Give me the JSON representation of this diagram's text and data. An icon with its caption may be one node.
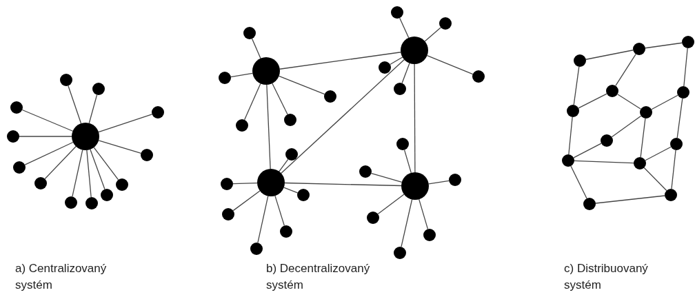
{
  "diagram": {
    "nodes": [
      {
        "text": [],
        "shape": "circle"
      },
      {
        "text": [],
        "shape": "circle"
      },
      {
        "text": [],
        "shape": "circle"
      },
      {
        "text": [],
        "shape": "circle"
      },
      {
        "text": [],
        "shape": "circle"
      },
      {
        "text": [],
        "shape": "circle"
      },
      {
        "text": [],
        "shape": "circle"
      },
      {
        "text": [],
        "shape": "circle"
      },
      {
        "text": [],
        "shape": "circle"
      },
      {
        "text": [],
        "shape": "circle"
      },
      {
        "text": [],
        "shape": "circle"
      },
      {
        "text": [],
        "shape": "circle"
      },
      {
        "text": [],
        "shape": "circle"
      },
      {
        "text": [],
        "shape": "circle"
      },
      {
        "text": [],
        "shape": "circle"
      },
      {
        "text": [],
        "shape": "circle"
      },
      {
        "text": [],
        "shape": "circle"
      },
      {
        "text": [],
        "shape": "circle"
      },
      {
        "text": [],
        "shape": "circle"
      },
      {
        "text": [],
        "shape": "circle"
      },
      {
        "text": [],
        "shape": "circle"
      },
      {
        "text": [],
        "shape": "circle"
      },
      {
        "text": [],
        "shape": "circle"
      },
      {
        "text": [],
        "shape": "circle"
      },
      {
        "text": [],
        "shape": "circle"
      },
      {
        "text": [],
        "shape": "circle"
      },
      {
        "text": [],
        "shape": "circle"
      },
      {
        "text": [],
        "shape": "circle"
      },
      {
        "text": [],
        "shape": "circle"
      },
      {
        "text": [],
        "shape": "circle"
      },
      {
        "text": [],
        "shape": "circle"
      },
      {
        "text": [],
        "shape": "circle"
      },
      {
        "text": [],
        "shape": "circle"
      },
      {
        "text": [],
        "shape": "circle"
      },
      {
        "text": [],
        "shape": "circle"
      },
      {
        "text": [],
        "shape": "circle"
      },
      {
        "text": [],
        "shape": "circle"
      },
      {
        "text": [],
        "shape": "circle"
      },
      {
        "text": [],
        "shape": "circle"
      },
      {
        "text": [],
        "shape": "circle"
      },
      {
        "text": [],
        "shape": "circle"
      },
      {
        "text": [],
        "shape": "circle"
      },
      {
        "text": [],
        "shape": "circle"
      },
      {
        "text": [],
        "shape": "circle"
      },
      {
        "text": [],
        "shape": "circle"
      },
      {
        "text": [],
        "shape": "circle"
      },
      {
        "text": [],
        "shape": "circle"
      },
      {
        "text": [],
        "shape": "circle"
      },
      {
        "text": [],
        "shape": "circle"
      },
      {
        "text": [],
        "shape": "circle"
      },
      {
        "text": [],
        "shape": "circle"
      },
      {
        "text": [],
        "shape": "circle"
      }
    ],
    "edges": [
      {
        "from": 0,
        "to": 1,
        "arrow": "none"
      },
      {
        "from": 0,
        "to": 2,
        "arrow": "none"
      },
      {
        "from": 0,
        "to": 3,
        "arrow": "none"
      },
      {
        "from": 0,
        "to": 4,
        "arrow": "none"
      },
      {
        "from": 0,
        "to": 5,
        "arrow": "none"
      },
      {
        "from": 0,
        "to": 6,
        "arrow": "none"
      },
      {
        "from": 0,
        "to": 7,
        "arrow": "none"
      },
      {
        "from": 0,
        "to": 8,
        "arrow": "none"
      },
      {
        "from": 0,
        "to": 9,
        "arrow": "none"
      },
      {
        "from": 0,
        "to": 10,
        "arrow": "none"
      },
      {
        "from": 0,
        "to": 11,
        "arrow": "none"
      },
      {
        "from": 0,
        "to": 12,
        "arrow": "none"
      },
      {
        "from": 13,
        "to": 17,
        "arrow": "none"
      },
      {
        "from": 13,
        "to": 18,
        "arrow": "none"
      },
      {
        "from": 13,
        "to": 19,
        "arrow": "none"
      },
      {
        "from": 13,
        "to": 20,
        "arrow": "none"
      },
      {
        "from": 13,
        "to": 21,
        "arrow": "none"
      },
      {
        "from": 14,
        "to": 22,
        "arrow": "none"
      },
      {
        "from": 14,
        "to": 23,
        "arrow": "none"
      },
      {
        "from": 14,
        "to": 24,
        "arrow": "none"
      },
      {
        "from": 14,
        "to": 25,
        "arrow": "none"
      },
      {
        "from": 14,
        "to": 26,
        "arrow": "none"
      },
      {
        "from": 15,
        "to": 27,
        "arrow": "none"
      },
      {
        "from": 15,
        "to": 28,
        "arrow": "none"
      },
      {
        "from": 15,
        "to": 29,
        "arrow": "none"
      },
      {
        "from": 15,
        "to": 30,
        "arrow": "none"
      },
      {
        "from": 15,
        "to": 31,
        "arrow": "none"
      },
      {
        "from": 15,
        "to": 32,
        "arrow": "none"
      },
      {
        "from": 16,
        "to": 33,
        "arrow": "none"
      },
      {
        "from": 16,
        "to": 34,
        "arrow": "none"
      },
      {
        "from": 16,
        "to": 35,
        "arrow": "none"
      },
      {
        "from": 16,
        "to": 36,
        "arrow": "none"
      },
      {
        "from": 16,
        "to": 37,
        "arrow": "none"
      },
      {
        "from": 16,
        "to": 38,
        "arrow": "none"
      },
      {
        "from": 13,
        "to": 14,
        "arrow": "none"
      },
      {
        "from": 13,
        "to": 15,
        "arrow": "none"
      },
      {
        "from": 14,
        "to": 15,
        "arrow": "none"
      },
      {
        "from": 14,
        "to": 16,
        "arrow": "none"
      },
      {
        "from": 15,
        "to": 16,
        "arrow": "none"
      },
      {
        "from": 39,
        "to": 40,
        "arrow": "none"
      },
      {
        "from": 40,
        "to": 41,
        "arrow": "none"
      },
      {
        "from": 40,
        "to": 42,
        "arrow": "none"
      },
      {
        "from": 41,
        "to": 43,
        "arrow": "none"
      },
      {
        "from": 39,
        "to": 44,
        "arrow": "none"
      },
      {
        "from": 42,
        "to": 44,
        "arrow": "none"
      },
      {
        "from": 42,
        "to": 45,
        "arrow": "none"
      },
      {
        "from": 43,
        "to": 45,
        "arrow": "none"
      },
      {
        "from": 45,
        "to": 46,
        "arrow": "none"
      },
      {
        "from": 46,
        "to": 48,
        "arrow": "none"
      },
      {
        "from": 44,
        "to": 48,
        "arrow": "none"
      },
      {
        "from": 45,
        "to": 49,
        "arrow": "none"
      },
      {
        "from": 43,
        "to": 47,
        "arrow": "none"
      },
      {
        "from": 47,
        "to": 49,
        "arrow": "none"
      },
      {
        "from": 47,
        "to": 50,
        "arrow": "none"
      },
      {
        "from": 48,
        "to": 49,
        "arrow": "none"
      },
      {
        "from": 49,
        "to": 50,
        "arrow": "none"
      },
      {
        "from": 48,
        "to": 51,
        "arrow": "none"
      },
      {
        "from": 51,
        "to": 50,
        "arrow": "none"
      }
    ],
    "labels": [
      "a) Centralizovaný systém",
      "b) Decentralizovaný systém",
      "c) Distribuovaný systém"
    ]
  }
}
